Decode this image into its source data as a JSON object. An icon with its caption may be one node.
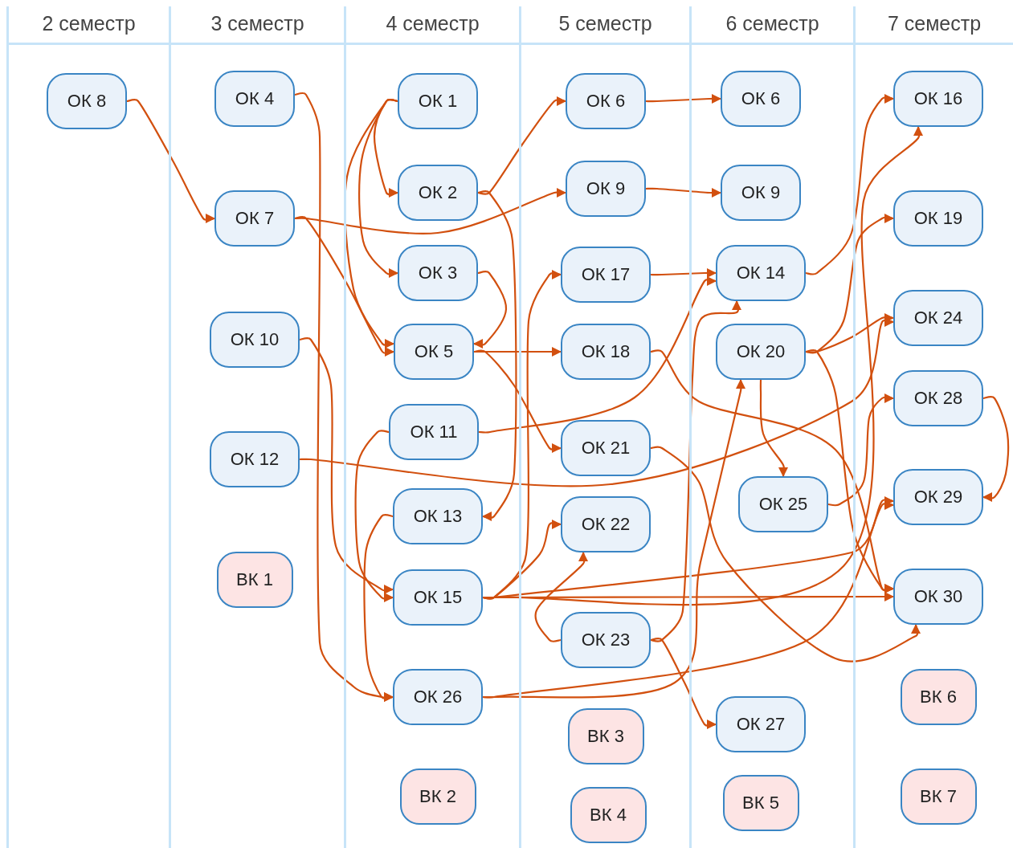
{
  "diagram": {
    "nodes": [
      {
        "text": [
          "2 семестр"
        ]
      },
      {
        "text": [
          "ОК 8"
        ],
        "in": 0
      },
      {
        "text": [
          "3 семестр"
        ]
      },
      {
        "text": [
          "ОК 4"
        ],
        "in": 2
      },
      {
        "text": [
          "ОК 7"
        ],
        "in": 2
      },
      {
        "text": [
          "ОК 10"
        ],
        "in": 2
      },
      {
        "text": [
          "ОК 12"
        ],
        "in": 2
      },
      {
        "text": [
          "ВК 1"
        ],
        "in": 2
      },
      {
        "text": [
          "4 семестр"
        ]
      },
      {
        "text": [
          "ОК 1"
        ],
        "in": 8
      },
      {
        "text": [
          "ОК 2"
        ],
        "in": 8
      },
      {
        "text": [
          "ОК 3"
        ],
        "in": 8
      },
      {
        "text": [
          "ОК 5"
        ],
        "in": 8
      },
      {
        "text": [
          "ОК 11"
        ],
        "in": 8
      },
      {
        "text": [
          "ОК 13"
        ],
        "in": 8
      },
      {
        "text": [
          "ОК 15"
        ],
        "in": 8
      },
      {
        "text": [
          "ОК 26"
        ],
        "in": 8
      },
      {
        "text": [
          "ВК 2"
        ],
        "in": 8
      },
      {
        "text": [
          "5 семестр"
        ]
      },
      {
        "text": [
          "ОК 6"
        ],
        "in": 18
      },
      {
        "text": [
          "ОК 9"
        ],
        "in": 18
      },
      {
        "text": [
          "ОК 17"
        ],
        "in": 18
      },
      {
        "text": [
          "ОК 18"
        ],
        "in": 18
      },
      {
        "text": [
          "ОК 21"
        ],
        "in": 18
      },
      {
        "text": [
          "ОК 22"
        ],
        "in": 18
      },
      {
        "text": [
          "ОК 23"
        ],
        "in": 18
      },
      {
        "text": [
          "ВК 3"
        ],
        "in": 18
      },
      {
        "text": [
          "ВК 4"
        ],
        "in": 18
      },
      {
        "text": [
          "6 семестр"
        ]
      },
      {
        "text": [
          "ОК 6"
        ],
        "in": 28
      },
      {
        "text": [
          "ОК 9"
        ],
        "in": 28
      },
      {
        "text": [
          "ОК 14"
        ],
        "in": 28
      },
      {
        "text": [
          "ОК 20"
        ],
        "in": 28
      },
      {
        "text": [
          "ОК 25"
        ],
        "in": 28
      },
      {
        "text": [
          "ОК 27"
        ],
        "in": 28
      },
      {
        "text": [
          "ВК 5"
        ],
        "in": 28
      },
      {
        "text": [
          "7 семестр"
        ]
      },
      {
        "text": [
          "ОК 16"
        ],
        "in": 36
      },
      {
        "text": [
          "ОК 19"
        ],
        "in": 36
      },
      {
        "text": [
          "ОК 24"
        ],
        "in": 36
      },
      {
        "text": [
          "ОК 28"
        ],
        "in": 36
      },
      {
        "text": [
          "ОК 29"
        ],
        "in": 36
      },
      {
        "text": [
          "ОК 30"
        ],
        "in": 36
      },
      {
        "text": [
          "ВК 6"
        ],
        "in": 36
      },
      {
        "text": [
          "ВК 7"
        ],
        "in": 36
      }
    ],
    "edges": [
      {
        "from": 1,
        "to": 4,
        "arrow": "to"
      },
      {
        "from": 3,
        "to": 16,
        "arrow": "to"
      },
      {
        "from": 4,
        "to": 20,
        "arrow": "to"
      },
      {
        "from": 4,
        "to": 12,
        "arrow": "to"
      },
      {
        "from": 5,
        "to": 15,
        "arrow": "to"
      },
      {
        "from": 6,
        "to": 39,
        "arrow": "to"
      },
      {
        "from": 9,
        "to": 10,
        "arrow": "to"
      },
      {
        "from": 9,
        "to": 11,
        "arrow": "to"
      },
      {
        "from": 9,
        "to": 12,
        "arrow": "to"
      },
      {
        "from": 10,
        "to": 19,
        "arrow": "to"
      },
      {
        "from": 10,
        "to": 14,
        "arrow": "to"
      },
      {
        "from": 11,
        "to": 12,
        "arrow": "to"
      },
      {
        "from": 12,
        "to": 22,
        "arrow": "to"
      },
      {
        "from": 12,
        "to": 23,
        "arrow": "to"
      },
      {
        "from": 13,
        "to": 31,
        "arrow": "to"
      },
      {
        "from": 13,
        "to": 15,
        "arrow": "to"
      },
      {
        "from": 14,
        "to": 16,
        "arrow": "to"
      },
      {
        "from": 15,
        "to": 21,
        "arrow": "to"
      },
      {
        "from": 15,
        "to": 24,
        "arrow": "to"
      },
      {
        "from": 15,
        "to": 37,
        "arrow": "to"
      },
      {
        "from": 15,
        "to": 41,
        "arrow": "to"
      },
      {
        "from": 15,
        "to": 42,
        "arrow": "to"
      },
      {
        "from": 16,
        "to": 32,
        "arrow": "to"
      },
      {
        "from": 16,
        "to": 41,
        "arrow": "to"
      },
      {
        "from": 19,
        "to": 29,
        "arrow": "to"
      },
      {
        "from": 20,
        "to": 30,
        "arrow": "to"
      },
      {
        "from": 21,
        "to": 31,
        "arrow": "to"
      },
      {
        "from": 22,
        "to": 42,
        "arrow": "to"
      },
      {
        "from": 23,
        "to": 42,
        "arrow": "to"
      },
      {
        "from": 25,
        "to": 24,
        "arrow": "to"
      },
      {
        "from": 25,
        "to": 31,
        "arrow": "to"
      },
      {
        "from": 25,
        "to": 34,
        "arrow": "to"
      },
      {
        "from": 31,
        "to": 37,
        "arrow": "to"
      },
      {
        "from": 32,
        "to": 38,
        "arrow": "to"
      },
      {
        "from": 32,
        "to": 39,
        "arrow": "to"
      },
      {
        "from": 32,
        "to": 42,
        "arrow": "to"
      },
      {
        "from": 32,
        "to": 33,
        "arrow": "to"
      },
      {
        "from": 33,
        "to": 40,
        "arrow": "to"
      },
      {
        "from": 40,
        "to": 41,
        "arrow": "to"
      }
    ]
  }
}
